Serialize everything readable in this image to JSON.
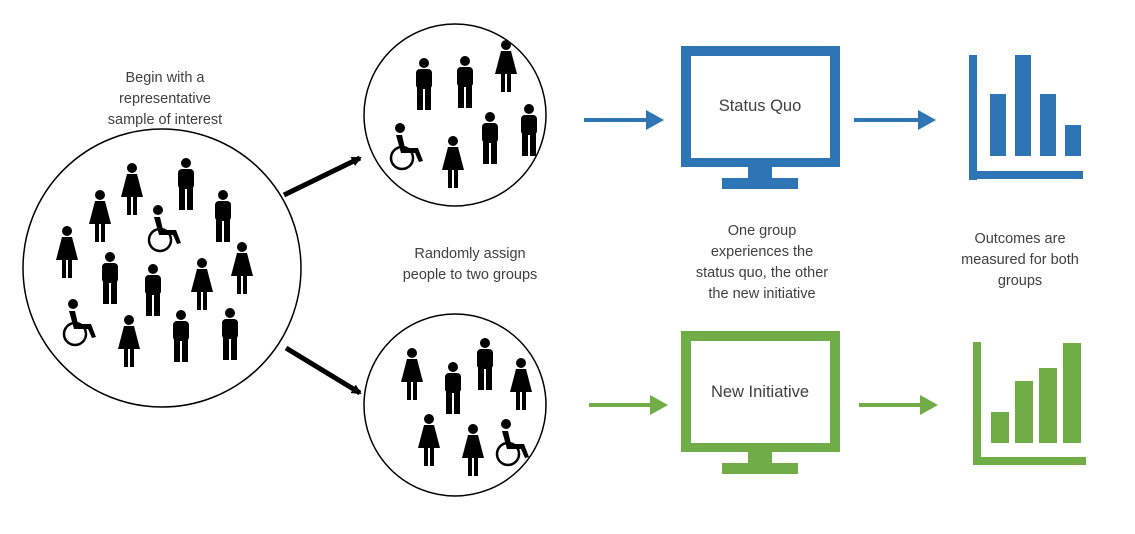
{
  "captions": {
    "begin": "Begin with a\nrepresentative\nsample of interest",
    "assign": "Randomly assign\npeople to two groups",
    "experience": "One group\nexperiences the\nstatus quo, the other\nthe new initiative",
    "outcomes": "Outcomes are\nmeasured for both\ngroups"
  },
  "screens": {
    "status_quo": "Status Quo",
    "new_initiative": "New Initiative"
  },
  "colors": {
    "blue": "#2E75B6",
    "green": "#70AD47",
    "black": "#000000"
  },
  "icons": {
    "people": "person-icon",
    "wheelchair": "wheelchair-icon",
    "monitor": "monitor-icon",
    "bars": "bar-chart-icon"
  }
}
